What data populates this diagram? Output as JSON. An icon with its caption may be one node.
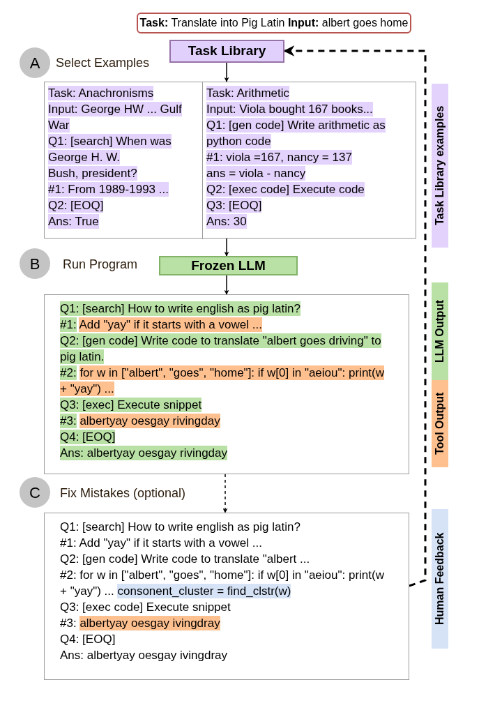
{
  "diagram": {
    "nodes": [
      {
        "text": [
          "**Task:** Translate into Pig Latin **Input:** albert goes home"
        ]
      },
      {
        "text": [
          "A"
        ],
        "beside": [
          "Select Examples"
        ]
      },
      {
        "text": [
          "Task Library"
        ]
      },
      {
        "text": [],
        "shape": "box"
      },
      {
        "text": [
          "Task: Anachronisms",
          "Input: George HW ... Gulf War",
          "Q1: [search] When was George H. W.",
          "Bush, president?",
          "#1: From 1989-1993 ...",
          "Q2: [EOQ]",
          "Ans: True"
        ],
        "in": 3
      },
      {
        "text": [
          "Task: Arithmetic",
          "Input: Viola bought 167 books...",
          "Q1: [gen code] Write arithmetic as python code",
          "#1: viola =167, nancy = 137",
          "ans = viola - nancy",
          "Q2: [exec code] Execute code",
          "Q3: [EOQ]",
          "Ans: 30"
        ],
        "in": 3
      },
      {
        "text": [
          "B"
        ],
        "beside": [
          "Run Program"
        ]
      },
      {
        "text": [
          "Frozen LLM"
        ]
      },
      {
        "text": [
          "Q1: [search] How to write english as pig latin?",
          "#1:",
          "Add \"yay\" if it starts with a vowel ...",
          "Q2: [gen code] Write code to translate \"albert goes driving\" to pig latin.",
          "#2:",
          "for w in [\"albert\", \"goes\", \"home\"]: if w[0] in \"aeiou\": print(w + \"yay\") ...",
          "Q3: [exec] Execute snippet",
          "#3:",
          "albertyay oesgay rivingday",
          "Q4: [EOQ]",
          "Ans: albertyay oesgay rivingday"
        ]
      },
      {
        "text": [
          "C"
        ],
        "beside": [
          "Fix Mistakes (optional)"
        ]
      },
      {
        "text": [
          "Q1: [search] How to write english as pig latin?",
          "#1: Add \"yay\" if it starts with a vowel ...",
          "Q2: [gen code] Write code to translate \"albert ...",
          "#2:  for w in [\"albert\", \"goes\", \"home\"]: if w[0] in \"aeiou\": print(w + \"yay\") ...",
          "consonent_cluster = find_clstr(w)",
          "Q3: [exec code] Execute snippet",
          "#3:",
          "albertyay oesgay ivingdray",
          "Q4: [EOQ]",
          "Ans: albertyay oesgay ivingdray"
        ]
      }
    ],
    "edges": [
      {
        "from": 2,
        "to": 3,
        "arrow": "to"
      },
      {
        "from": 3,
        "to": 7,
        "arrow": "to"
      },
      {
        "from": 7,
        "to": 8,
        "arrow": "to"
      },
      {
        "from": 8,
        "to": 10,
        "arrow": "to",
        "style": "dashed"
      },
      {
        "from": 10,
        "to": 2,
        "arrow": "to",
        "style": "dashed"
      }
    ],
    "legend": [
      {
        "text": "Task Library examples",
        "color": "#e3d2fb"
      },
      {
        "text": "LLM Output",
        "color": "#b9e0a5"
      },
      {
        "text": "Tool Output",
        "color": "#ffc08f"
      },
      {
        "text": "Human Feedback",
        "color": "#d6e3f7"
      }
    ]
  }
}
